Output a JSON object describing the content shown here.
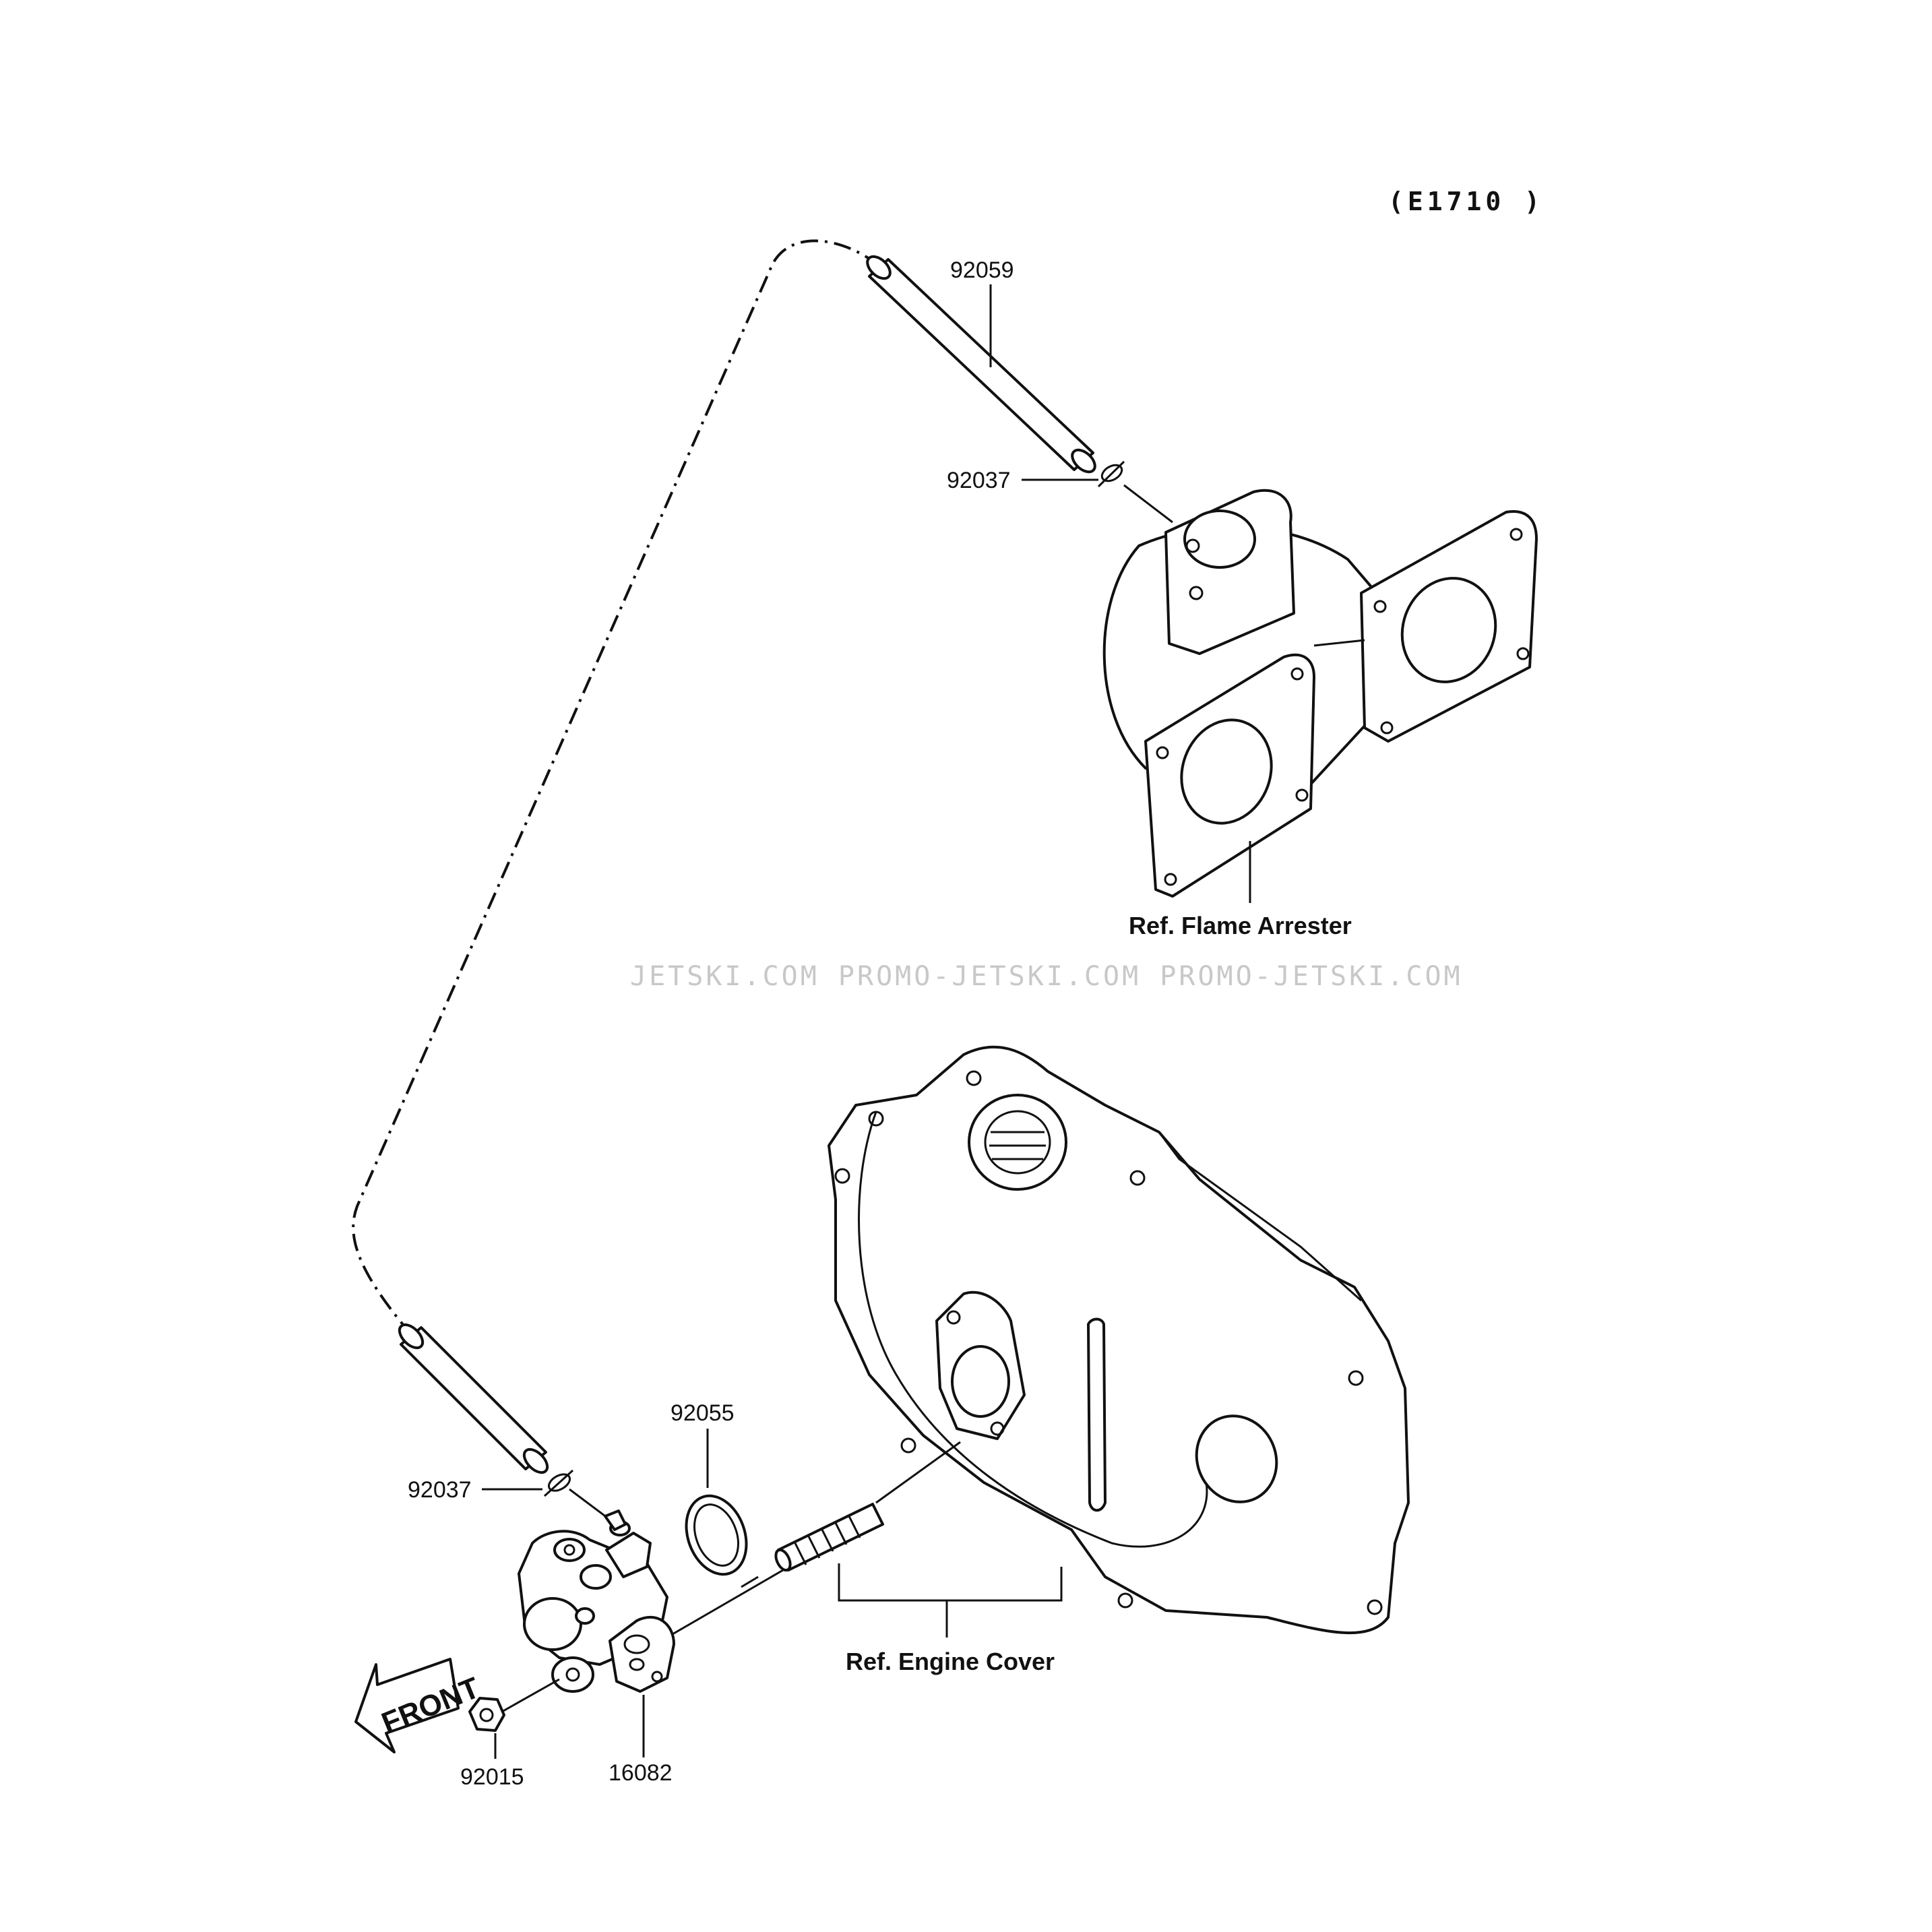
{
  "diagram_code": "(E1710 )",
  "watermark": "JETSKI.COM PROMO-JETSKI.COM PROMO-JETSKI.COM",
  "labels": {
    "hose_upper": "92059",
    "clamp_upper": "92037",
    "clamp_lower": "92037",
    "o_ring": "92055",
    "nut": "92015",
    "valve": "16082",
    "ref_flame_arrester": "Ref. Flame Arrester",
    "ref_engine_cover": "Ref. Engine Cover"
  },
  "front_arrow_text": "FRONT"
}
